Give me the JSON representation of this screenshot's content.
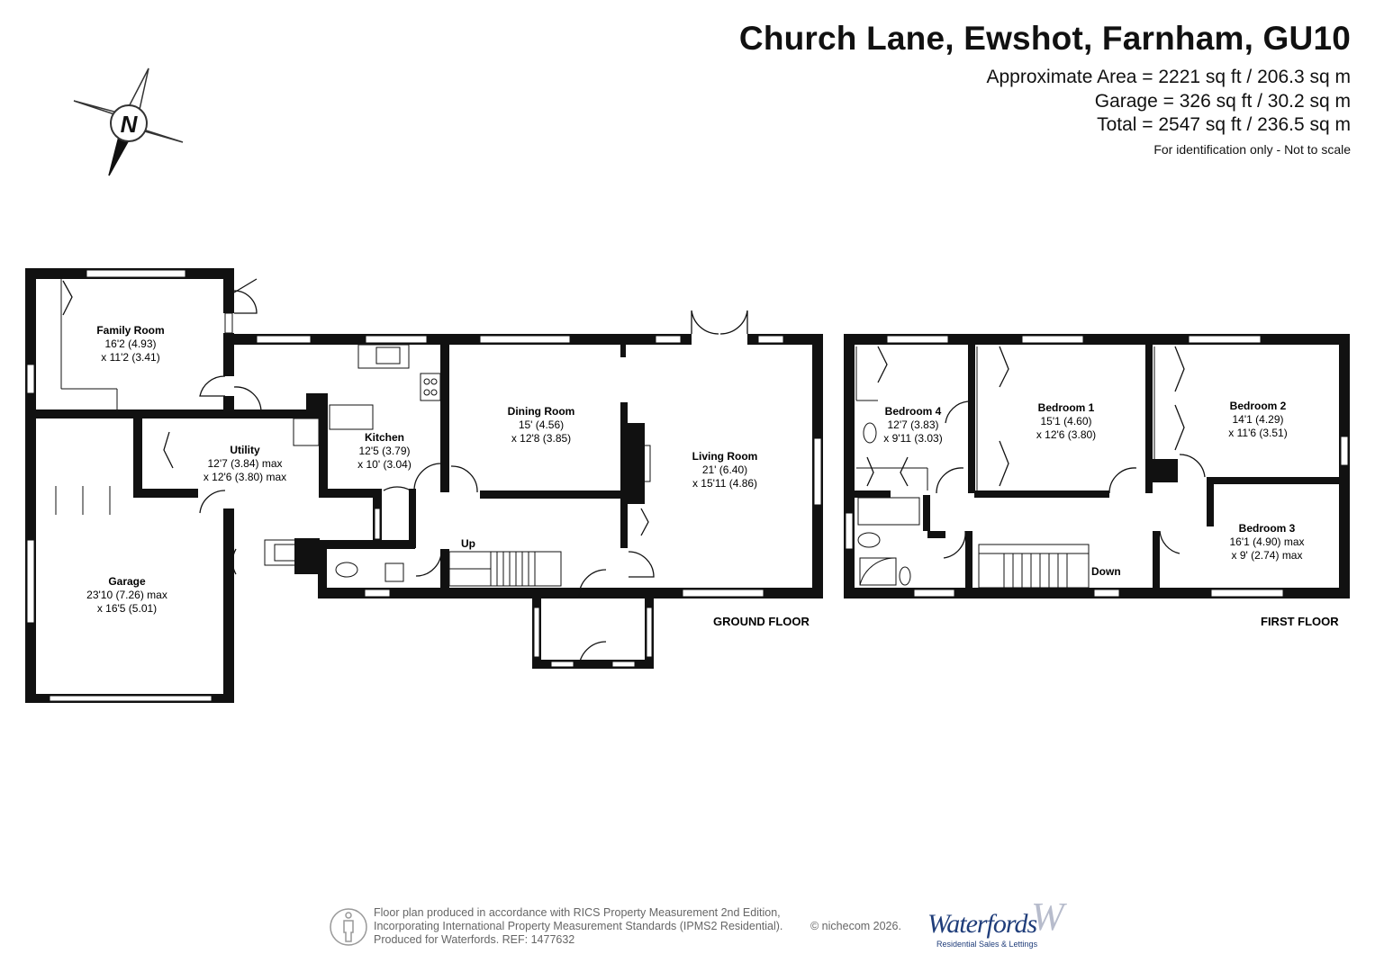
{
  "header": {
    "title": "Church Lane, Ewshot, Farnham, GU10",
    "areas": [
      "Approximate Area = 2221 sq ft / 206.3 sq m",
      "Garage = 326 sq ft / 30.2 sq m",
      "Total = 2547 sq ft / 236.5 sq m"
    ],
    "disclaimer": "For identification only - Not to scale"
  },
  "compass": {
    "label": "N"
  },
  "ground_floor": {
    "label": "GROUND FLOOR",
    "rooms": [
      {
        "name": "Family Room",
        "dim1": "16'2 (4.93)",
        "dim2": "x 11'2 (3.41)"
      },
      {
        "name": "Utility",
        "dim1": "12'7 (3.84) max",
        "dim2": "x 12'6 (3.80) max"
      },
      {
        "name": "Kitchen",
        "dim1": "12'5 (3.79)",
        "dim2": "x 10' (3.04)"
      },
      {
        "name": "Dining Room",
        "dim1": "15' (4.56)",
        "dim2": "x 12'8 (3.85)"
      },
      {
        "name": "Living Room",
        "dim1": "21' (6.40)",
        "dim2": "x 15'11 (4.86)"
      },
      {
        "name": "Garage",
        "dim1": "23'10 (7.26) max",
        "dim2": "x 16'5 (5.01)"
      }
    ],
    "stairs_label": "Up"
  },
  "first_floor": {
    "label": "FIRST FLOOR",
    "rooms": [
      {
        "name": "Bedroom 4",
        "dim1": "12'7 (3.83)",
        "dim2": "x 9'11 (3.03)"
      },
      {
        "name": "Bedroom 1",
        "dim1": "15'1 (4.60)",
        "dim2": "x 12'6 (3.80)"
      },
      {
        "name": "Bedroom 2",
        "dim1": "14'1 (4.29)",
        "dim2": "x 11'6 (3.51)"
      },
      {
        "name": "Bedroom 3",
        "dim1": "16'1 (4.90) max",
        "dim2": "x 9' (2.74) max"
      }
    ],
    "stairs_label": "Down"
  },
  "footer": {
    "text": "Floor plan produced in accordance with RICS Property Measurement 2nd Edition,\nIncorporating International Property Measurement Standards (IPMS2 Residential).\nProduced for Waterfords.   REF: 1477632",
    "credit": "© nichecom 2026.",
    "brand": "Waterfords",
    "brand_mark": "W",
    "tagline": "Residential Sales & Lettings"
  }
}
